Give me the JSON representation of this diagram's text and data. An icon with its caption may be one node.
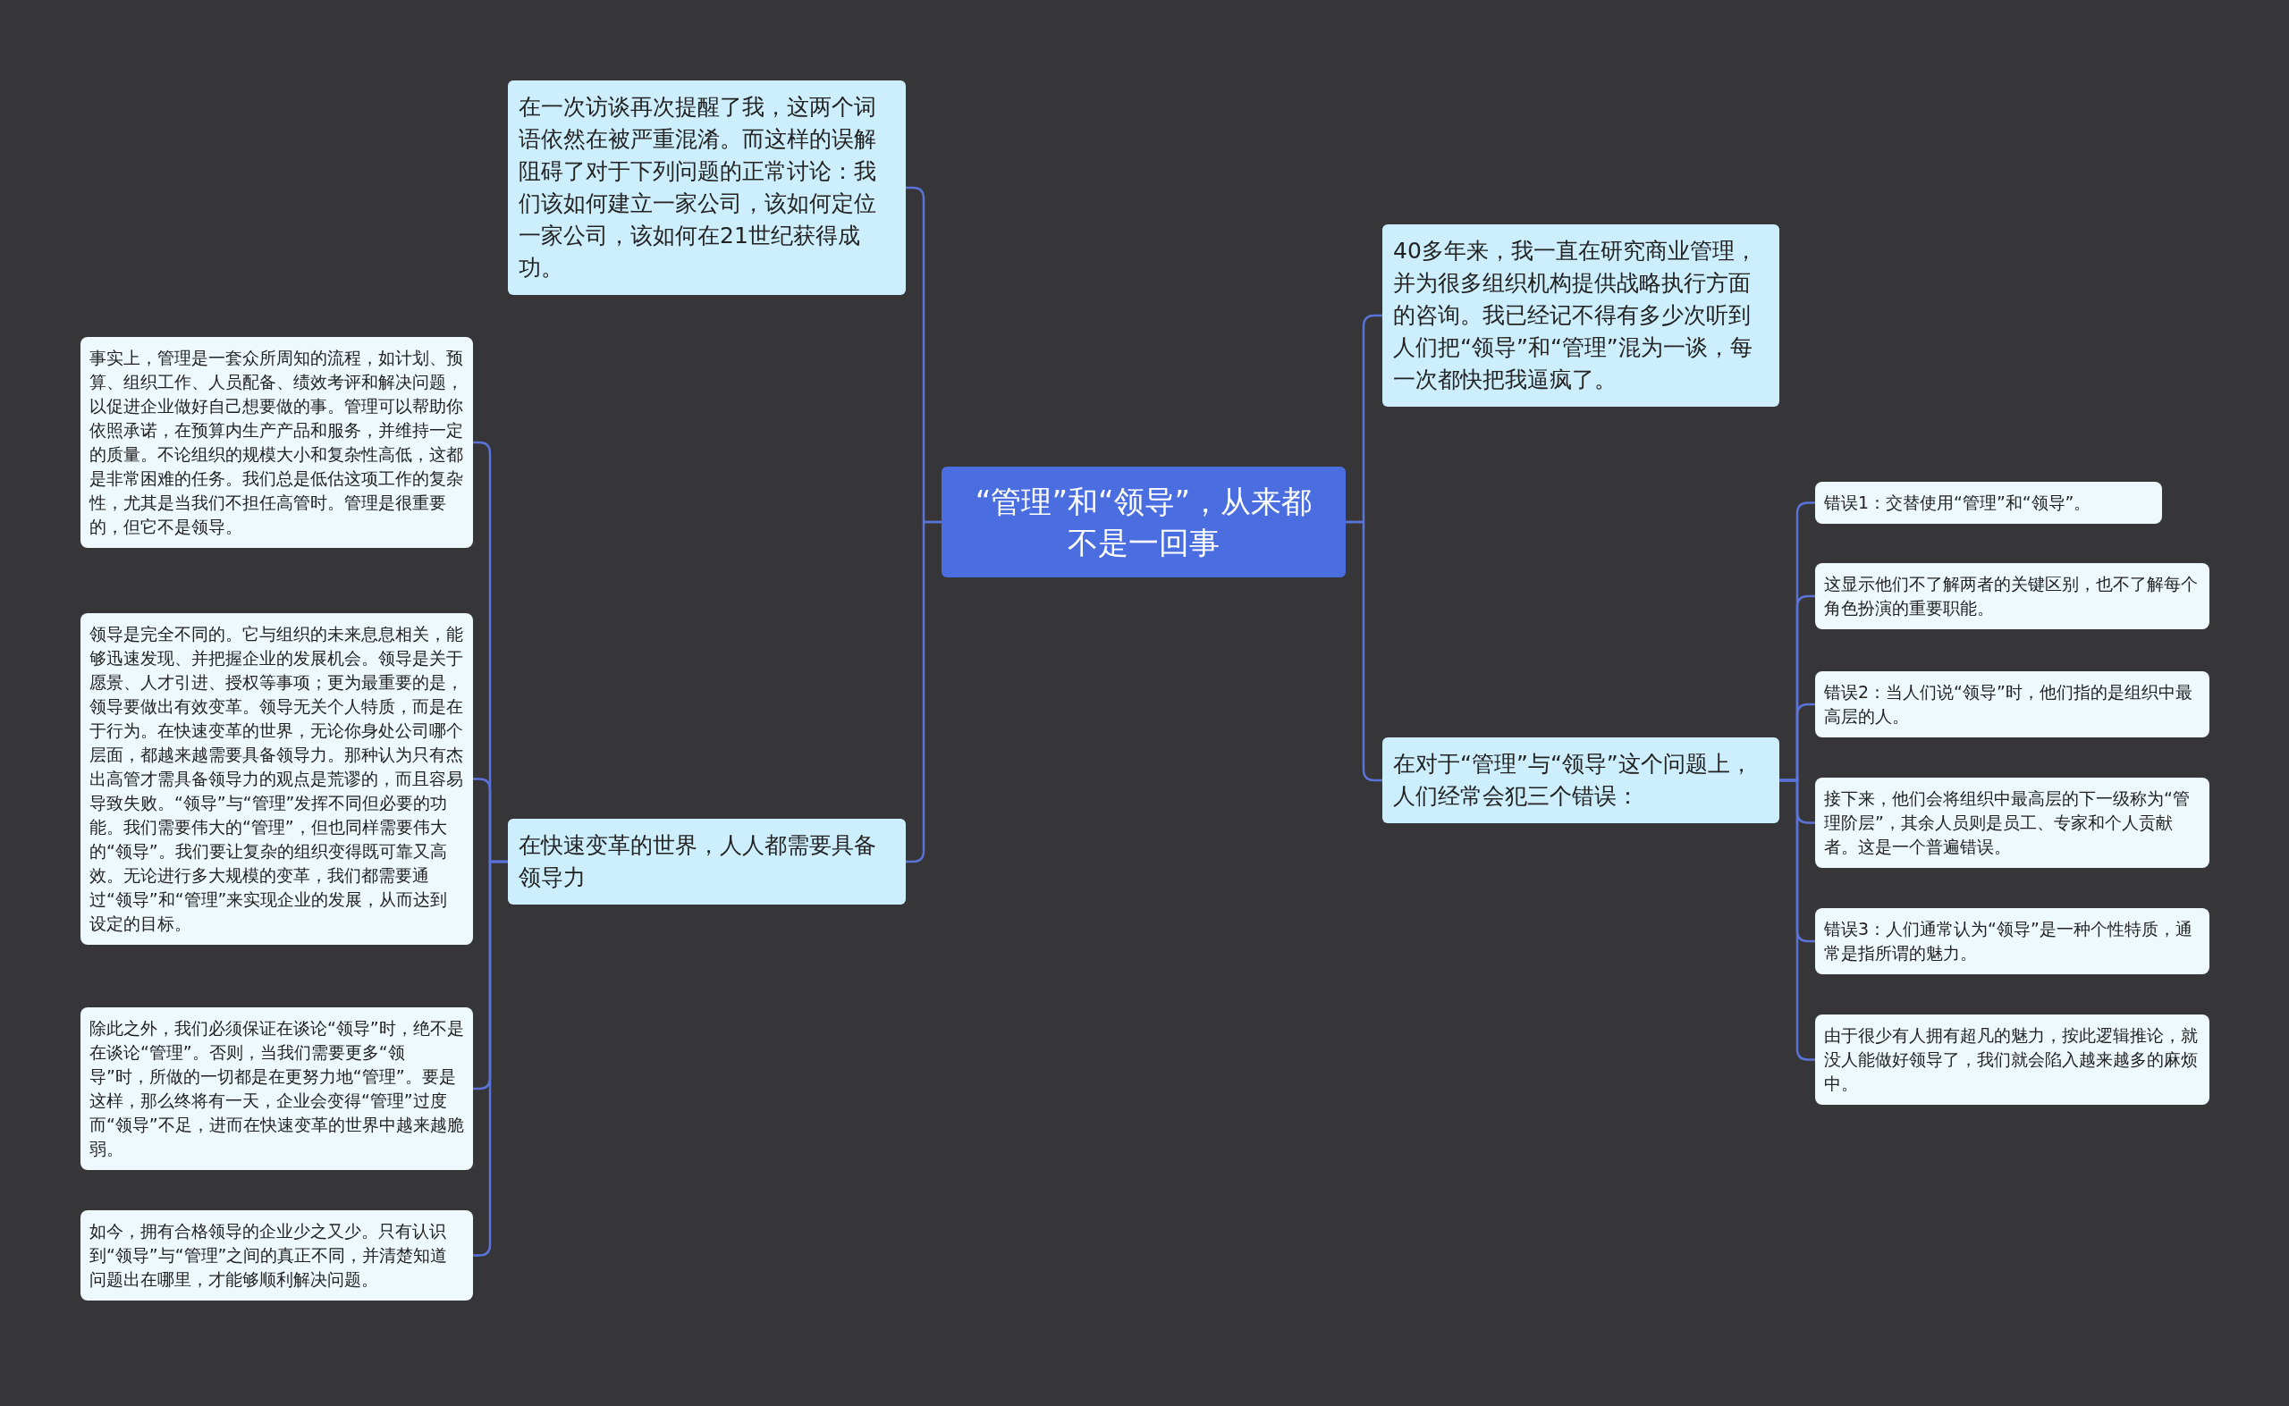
{
  "diagram": {
    "nodes": [
      {
        "text": [
          "“管理”和“领导”，从来都不是一回事"
        ]
      },
      {
        "text": [
          "在一次访谈再次提醒了我，这两个词语依然在被严重混淆。而这样的误解阻碍了对于下列问题的正常讨论：我们该如何建立一家公司，该如何定位一家公司，该如何在21世纪获得成功。"
        ]
      },
      {
        "text": [
          "在快速变革的世界，人人都需要具备领导力"
        ]
      },
      {
        "text": [
          "事实上，管理是一套众所周知的流程，如计划、预算、组织工作、人员配备、绩效考评和解决问题，以促进企业做好自己想要做的事。管理可以帮助你依照承诺，在预算内生产产品和服务，并维持一定的质量。不论组织的规模大小和复杂性高低，这都是非常困难的任务。我们总是低估这项工作的复杂性，尤其是当我们不担任高管时。管理是很重要的，但它不是领导。"
        ]
      },
      {
        "text": [
          "领导是完全不同的。它与组织的未来息息相关，能够迅速发现、并把握企业的发展机会。领导是关于愿景、人才引进、授权等事项；更为最重要的是，领导要做出有效变革。领导无关个人特质，而是在于行为。在快速变革的世界，无论你身处公司哪个层面，都越来越需要具备领导力。那种认为只有杰出高管才需具备领导力的观点是荒谬的，而且容易导致失败。“领导”与“管理”发挥不同但必要的功能。我们需要伟大的“管理”，但也同样需要伟大的“领导”。我们要让复杂的组织变得既可靠又高效。无论进行多大规模的变革，我们都需要通过“领导”和“管理”来实现企业的发展，从而达到设定的目标。"
        ]
      },
      {
        "text": [
          "除此之外，我们必须保证在谈论“领导”时，绝不是在谈论“管理”。否则，当我们需要更多“领导”时，所做的一切都是在更努力地“管理”。要是这样，那么终将有一天，企业会变得“管理”过度而“领导”不足，进而在快速变革的世界中越来越脆弱。"
        ]
      },
      {
        "text": [
          "如今，拥有合格领导的企业少之又少。只有认识到“领导”与“管理”之间的真正不同，并清楚知道问题出在哪里，才能够顺利解决问题。"
        ]
      },
      {
        "text": [
          "40多年来，我一直在研究商业管理，并为很多组织机构提供战略执行方面的咨询。我已经记不得有多少次听到人们把“领导”和“管理”混为一谈，每一次都快把我逼疯了。"
        ]
      },
      {
        "text": [
          "在对于“管理”与“领导”这个问题上，人们经常会犯三个错误："
        ]
      },
      {
        "text": [
          "错误1：交替使用“管理”和“领导”。"
        ]
      },
      {
        "text": [
          "这显示他们不了解两者的关键区别，也不了解每个角色扮演的重要职能。"
        ]
      },
      {
        "text": [
          "错误2：当人们说“领导”时，他们指的是组织中最高层的人。"
        ]
      },
      {
        "text": [
          "接下来，他们会将组织中最高层的下一级称为“管理阶层”，其余人员则是员工、专家和个人贡献者。这是一个普遍错误。"
        ]
      },
      {
        "text": [
          "错误3：人们通常认为“领导”是一种个性特质，通常是指所谓的魅力。"
        ]
      },
      {
        "text": [
          "由于很少有人拥有超凡的魅力，按此逻辑推论，就没人能做好领导了，我们就会陷入越来越多的麻烦中。"
        ]
      }
    ],
    "edges": [
      {
        "from": 0,
        "to": 1,
        "arrow": "none"
      },
      {
        "from": 0,
        "to": 2,
        "arrow": "none"
      },
      {
        "from": 2,
        "to": 3,
        "arrow": "none"
      },
      {
        "from": 2,
        "to": 4,
        "arrow": "none"
      },
      {
        "from": 2,
        "to": 5,
        "arrow": "none"
      },
      {
        "from": 2,
        "to": 6,
        "arrow": "none"
      },
      {
        "from": 0,
        "to": 7,
        "arrow": "none"
      },
      {
        "from": 0,
        "to": 8,
        "arrow": "none"
      },
      {
        "from": 8,
        "to": 9,
        "arrow": "none"
      },
      {
        "from": 8,
        "to": 10,
        "arrow": "none"
      },
      {
        "from": 8,
        "to": 11,
        "arrow": "none"
      },
      {
        "from": 8,
        "to": 12,
        "arrow": "none"
      },
      {
        "from": 8,
        "to": 13,
        "arrow": "none"
      },
      {
        "from": 8,
        "to": 14,
        "arrow": "none"
      }
    ]
  }
}
